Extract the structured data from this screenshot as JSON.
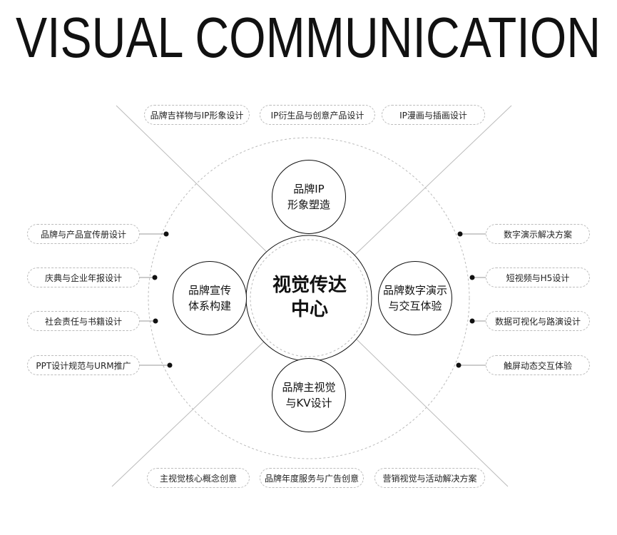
{
  "title": "VISUAL COMMUNICATION",
  "center": {
    "line1": "视觉传达",
    "line2": "中心"
  },
  "nodes": {
    "top": {
      "line1": "品牌IP",
      "line2": "形象塑造"
    },
    "left": {
      "line1": "品牌宣传",
      "line2": "体系构建"
    },
    "right": {
      "line1": "品牌数字演示",
      "line2": "与交互体验"
    },
    "bottom": {
      "line1": "品牌主视觉",
      "line2": "与KV设计"
    }
  },
  "top_pills": [
    "品牌吉祥物与IP形象设计",
    "IP衍生品与创意产品设计",
    "IP漫画与插画设计"
  ],
  "left_pills": [
    "品牌与产品宣传册设计",
    "庆典与企业年报设计",
    "社会责任与书籍设计",
    "PPT设计规范与URM推广"
  ],
  "right_pills": [
    "数字演示解决方案",
    "短视频与H5设计",
    "数据可视化与路演设计",
    "触屏动态交互体验"
  ],
  "bottom_pills": [
    "主视觉核心概念创意",
    "品牌年度服务与广告创意",
    "营销视觉与活动解决方案"
  ]
}
